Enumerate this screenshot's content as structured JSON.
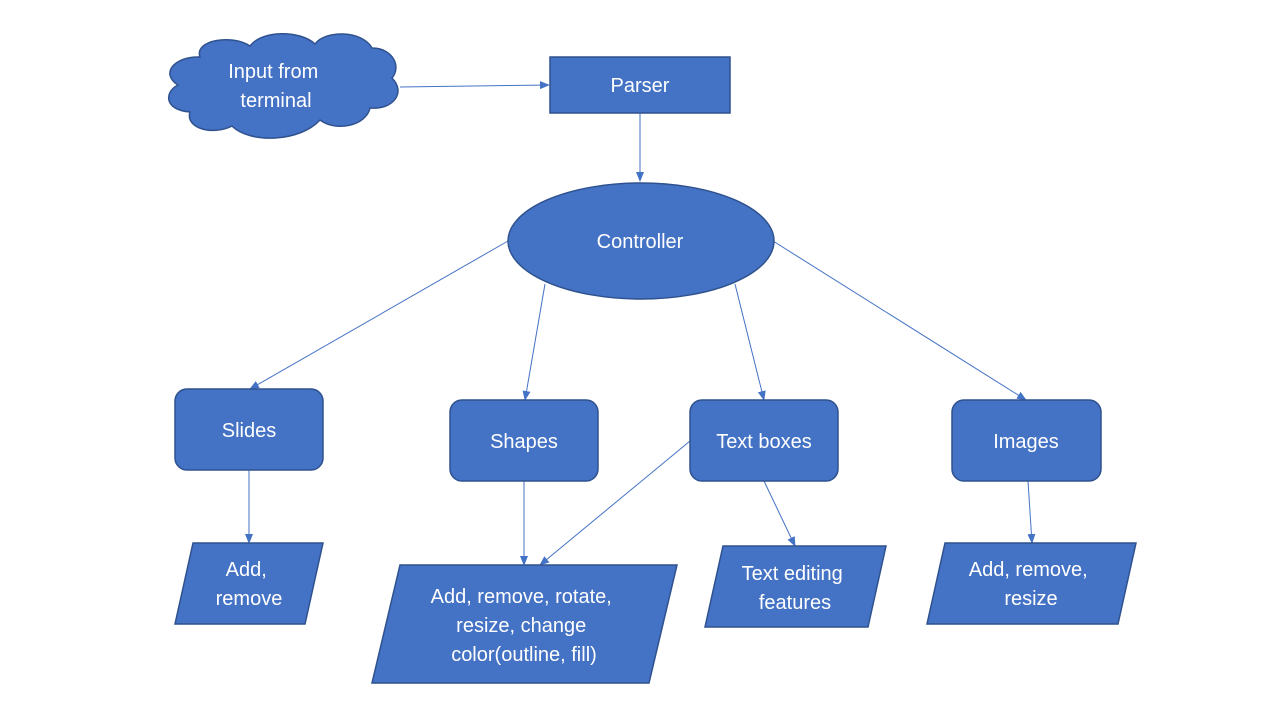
{
  "colors": {
    "fill": "#4472C4",
    "stroke": "#2F528F",
    "edge": "#4472C4",
    "text": "#FFFFFF",
    "background": "#FFFFFF"
  },
  "nodes": {
    "input": {
      "shape": "cloud",
      "lines": [
        "Input from",
        "terminal"
      ]
    },
    "parser": {
      "shape": "rectangle",
      "lines": [
        "Parser"
      ]
    },
    "controller": {
      "shape": "ellipse",
      "lines": [
        "Controller"
      ]
    },
    "slides": {
      "shape": "rounded-rectangle",
      "lines": [
        "Slides"
      ]
    },
    "shapes": {
      "shape": "rounded-rectangle",
      "lines": [
        "Shapes"
      ]
    },
    "textboxes": {
      "shape": "rounded-rectangle",
      "lines": [
        "Text boxes"
      ]
    },
    "images": {
      "shape": "rounded-rectangle",
      "lines": [
        "Images"
      ]
    },
    "slides_ops": {
      "shape": "parallelogram",
      "lines": [
        "Add,",
        "remove"
      ]
    },
    "shapes_ops": {
      "shape": "parallelogram",
      "lines": [
        "Add, remove, rotate,",
        "resize, change",
        "color(outline, fill)"
      ]
    },
    "text_ops": {
      "shape": "parallelogram",
      "lines": [
        "Text editing",
        "features"
      ]
    },
    "images_ops": {
      "shape": "parallelogram",
      "lines": [
        "Add, remove,",
        "resize"
      ]
    }
  },
  "edges": [
    {
      "from": "input",
      "to": "parser"
    },
    {
      "from": "parser",
      "to": "controller"
    },
    {
      "from": "controller",
      "to": "slides"
    },
    {
      "from": "controller",
      "to": "shapes"
    },
    {
      "from": "controller",
      "to": "textboxes"
    },
    {
      "from": "controller",
      "to": "images"
    },
    {
      "from": "slides",
      "to": "slides_ops"
    },
    {
      "from": "shapes",
      "to": "shapes_ops"
    },
    {
      "from": "textboxes",
      "to": "shapes_ops"
    },
    {
      "from": "textboxes",
      "to": "text_ops"
    },
    {
      "from": "images",
      "to": "images_ops"
    }
  ]
}
